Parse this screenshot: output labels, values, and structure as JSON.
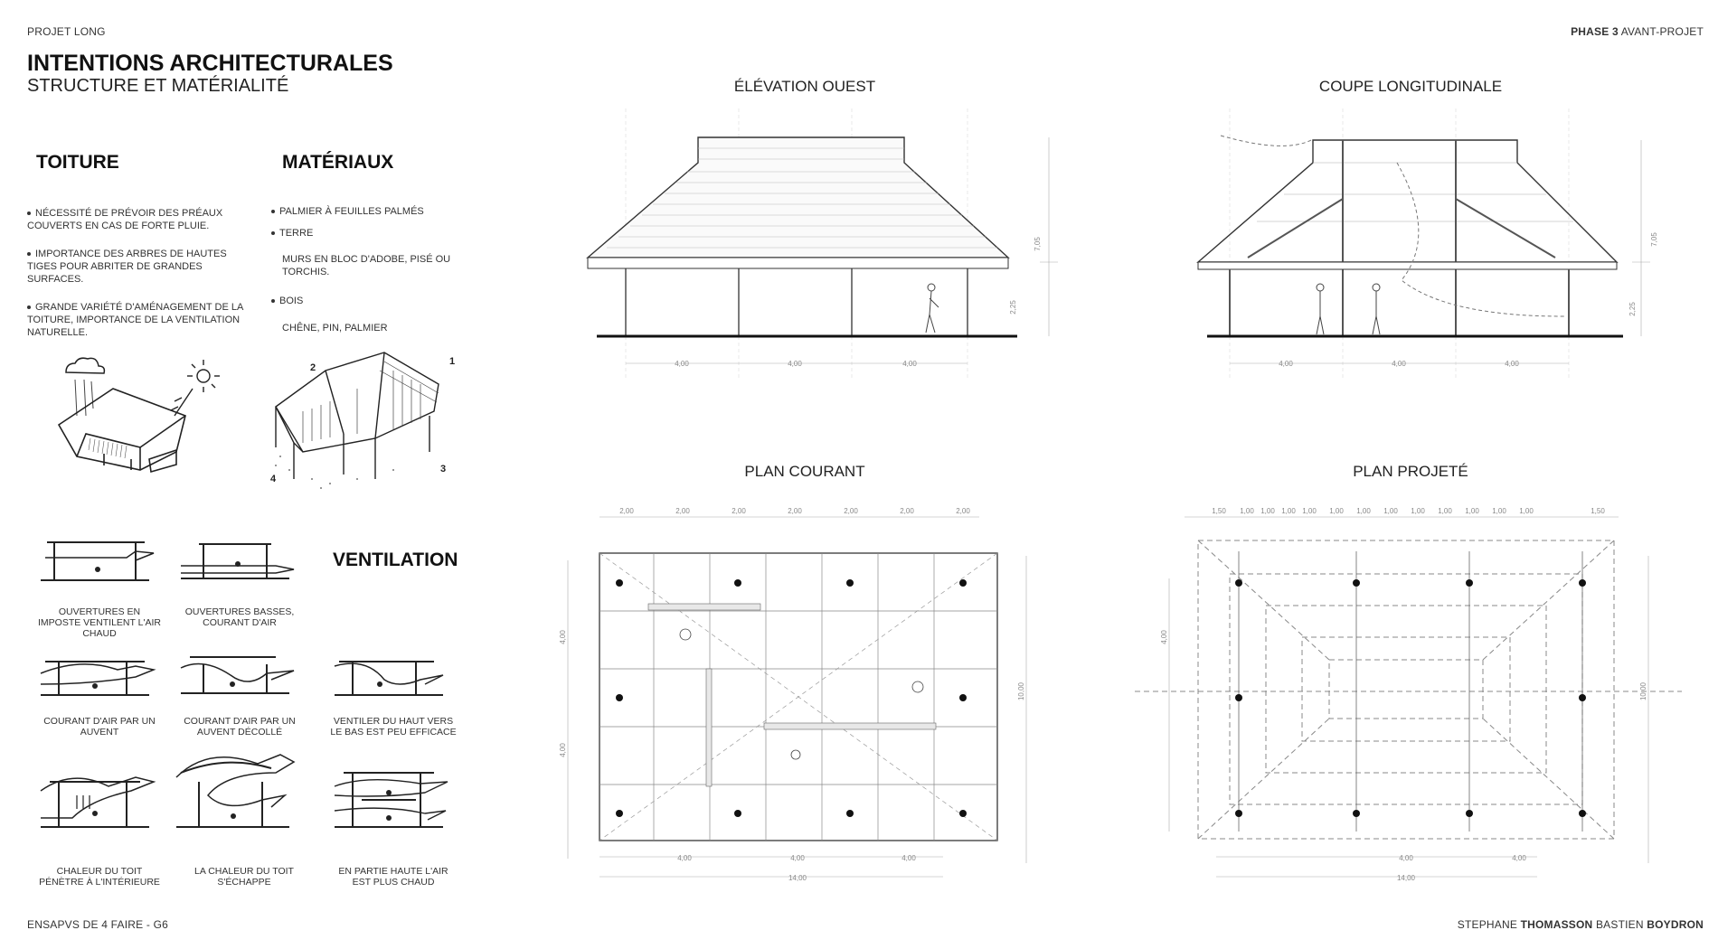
{
  "header": {
    "project": "PROJET LONG",
    "phase_bold": "PHASE 3",
    "phase_rest": " AVANT-PROJET"
  },
  "title": {
    "main": "INTENTIONS ARCHITECTURALES",
    "sub": "STRUCTURE ET MATÉRIALITÉ"
  },
  "toiture": {
    "heading": "TOITURE",
    "bullets": [
      "NÉCESSITÉ DE PRÉVOIR DES PRÉAUX COUVERTS EN CAS DE FORTE PLUIE.",
      "IMPORTANCE DES ARBRES DE HAUTES TIGES POUR ABRITER DE GRANDES SURFACES.",
      "GRANDE VARIÉTÉ D'AMÉNAGEMENT DE LA TOITURE, IMPORTANCE DE LA VENTILATION NATURELLE."
    ]
  },
  "materiaux": {
    "heading": "MATÉRIAUX",
    "b1": "PALMIER À FEUILLES PALMÉS",
    "b2": "TERRE",
    "b2_detail": "MURS EN BLOC D'ADOBE, PISÉ OU TORCHIS.",
    "b3": "BOIS",
    "b3_detail": "CHÊNE, PIN, PALMIER",
    "sketch_labels": [
      "1",
      "2",
      "3",
      "4"
    ]
  },
  "ventilation": {
    "heading": "VENTILATION",
    "captions": [
      "OUVERTURES EN IMPOSTE VENTILENT L'AIR CHAUD",
      "OUVERTURES BASSES, COURANT D'AIR",
      "COURANT D'AIR PAR UN AUVENT",
      "COURANT D'AIR PAR UN AUVENT DÉCOLLÉ",
      "VENTILER DU HAUT VERS LE BAS EST PEU EFFICACE",
      "CHALEUR DU TOIT PÉNÈTRE À L'INTÉRIEURE",
      "LA CHALEUR DU TOIT S'ÉCHAPPE",
      "EN PARTIE HAUTE L'AIR EST PLUS CHAUD"
    ]
  },
  "drawings": {
    "elevation": {
      "title": "ÉLÉVATION OUEST",
      "dims": [
        "4,00",
        "4,00",
        "4,00"
      ],
      "h_total": "7,05",
      "h_low": "2,25"
    },
    "coupe": {
      "title": "COUPE LONGITUDINALE",
      "dims": [
        "4,00",
        "4,00",
        "4,00"
      ],
      "h_total": "7,05",
      "h_low": "2,25"
    },
    "plan_courant": {
      "title": "PLAN COURANT",
      "top_dims": [
        "2,00",
        "2,00",
        "2,00",
        "2,00",
        "2,00",
        "2,00",
        "2,00"
      ],
      "bottom_dims": [
        "4,00",
        "4,00",
        "4,00"
      ],
      "total": "14,00",
      "left_dims": [
        "4,00",
        "4,00"
      ],
      "right_dim": "10,00"
    },
    "plan_projete": {
      "title": "PLAN PROJETÉ",
      "top_dims": [
        "1,50",
        "1,00",
        "1,00",
        "1,00",
        "1,00",
        "1,00",
        "1,00",
        "1,00",
        "1,00",
        "1,00",
        "1,00",
        "1,00",
        "1,00",
        "1,50"
      ],
      "bottom_dims": [
        "4,00",
        "4,00"
      ],
      "total": "14,00",
      "left_dim": "4,00",
      "right_dim": "10,00"
    }
  },
  "footer": {
    "left": "ENSAPVS DE 4 FAIRE - G6",
    "author1": "STEPHANE ",
    "author1_bold": "THOMASSON",
    "author2": " BASTIEN ",
    "author2_bold": "BOYDRON"
  }
}
